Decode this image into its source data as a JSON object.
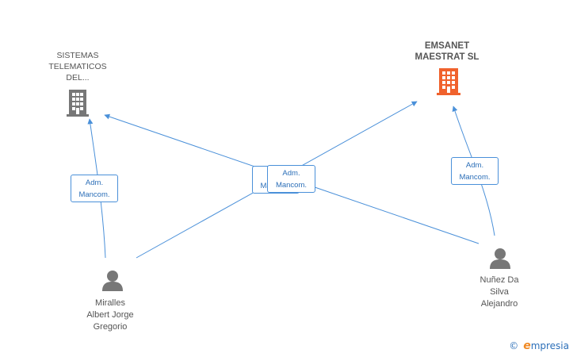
{
  "colors": {
    "edge": "#4a90d9",
    "company_icon": "#777777",
    "focus_company_icon": "#f0622d",
    "person_icon": "#777777"
  },
  "companies": [
    {
      "id": "sistemas",
      "name_lines": [
        "SISTEMAS",
        "TELEMATICOS",
        "DEL..."
      ],
      "icon": "building-icon"
    },
    {
      "id": "emsanet",
      "name_lines": [
        "EMSANET",
        "MAESTRAT SL"
      ],
      "icon": "building-icon",
      "focus": true
    }
  ],
  "people": [
    {
      "id": "miralles",
      "name_lines": [
        "Miralles",
        "Albert Jorge",
        "Gregorio"
      ],
      "icon": "person-icon"
    },
    {
      "id": "nunez",
      "name_lines": [
        "Nuñez Da",
        "Silva",
        "Alejandro"
      ],
      "icon": "person-icon"
    }
  ],
  "relations": [
    {
      "from": "miralles",
      "to": "sistemas",
      "label_lines": [
        "Adm.",
        "Mancom."
      ]
    },
    {
      "from": "miralles",
      "to": "emsanet",
      "label_lines": [
        "Adm.",
        "Mancom."
      ]
    },
    {
      "from": "nunez",
      "to": "sistemas",
      "label_lines": [
        "Adm.",
        "Mancom."
      ]
    },
    {
      "from": "nunez",
      "to": "emsanet",
      "label_lines": [
        "Adm.",
        "Mancom."
      ]
    }
  ],
  "watermark": {
    "copyright": "©",
    "brand_first": "e",
    "brand_rest": "mpresia"
  }
}
